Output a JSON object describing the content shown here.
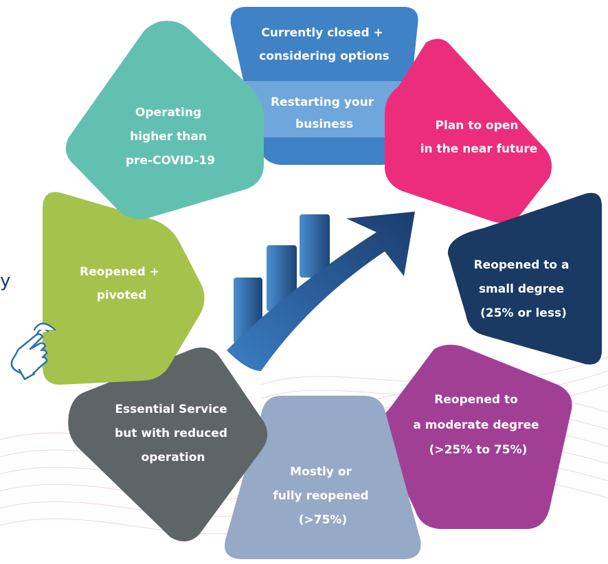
{
  "segments": {
    "closed": {
      "lines": [
        "Currently closed +",
        "considering  options"
      ],
      "color": "#3f82c6"
    },
    "restart": {
      "lines": [
        "Restarting your",
        "business"
      ],
      "color": "#6fa6dc"
    },
    "plan": {
      "lines": [
        "Plan to open",
        "in the near future"
      ],
      "color": "#ec2d7c"
    },
    "small": {
      "lines": [
        "Reopened to a",
        "small degree",
        "(25% or less)"
      ],
      "color": "#1a3a64"
    },
    "moderate": {
      "lines": [
        "Reopened to",
        "a moderate degree",
        "(>25% to 75%)"
      ],
      "color": "#a13f95"
    },
    "mostly": {
      "lines": [
        "Mostly or",
        "fully reopened",
        "(>75%)"
      ],
      "color": "#96a9c6"
    },
    "essential": {
      "lines": [
        "Essential Service",
        "but with reduced",
        "operation"
      ],
      "color": "#5e6567"
    },
    "pivoted": {
      "lines": [
        "Reopened +",
        "pivoted"
      ],
      "color": "#a5c24d"
    },
    "higher": {
      "lines": [
        "Operating",
        "higher than",
        "pre-COVID-19"
      ],
      "color": "#62c0b1"
    }
  },
  "center": {
    "icon": "growth-bar-chart-arrow-icon"
  },
  "pointer": {
    "icon": "pointing-hand-icon"
  }
}
